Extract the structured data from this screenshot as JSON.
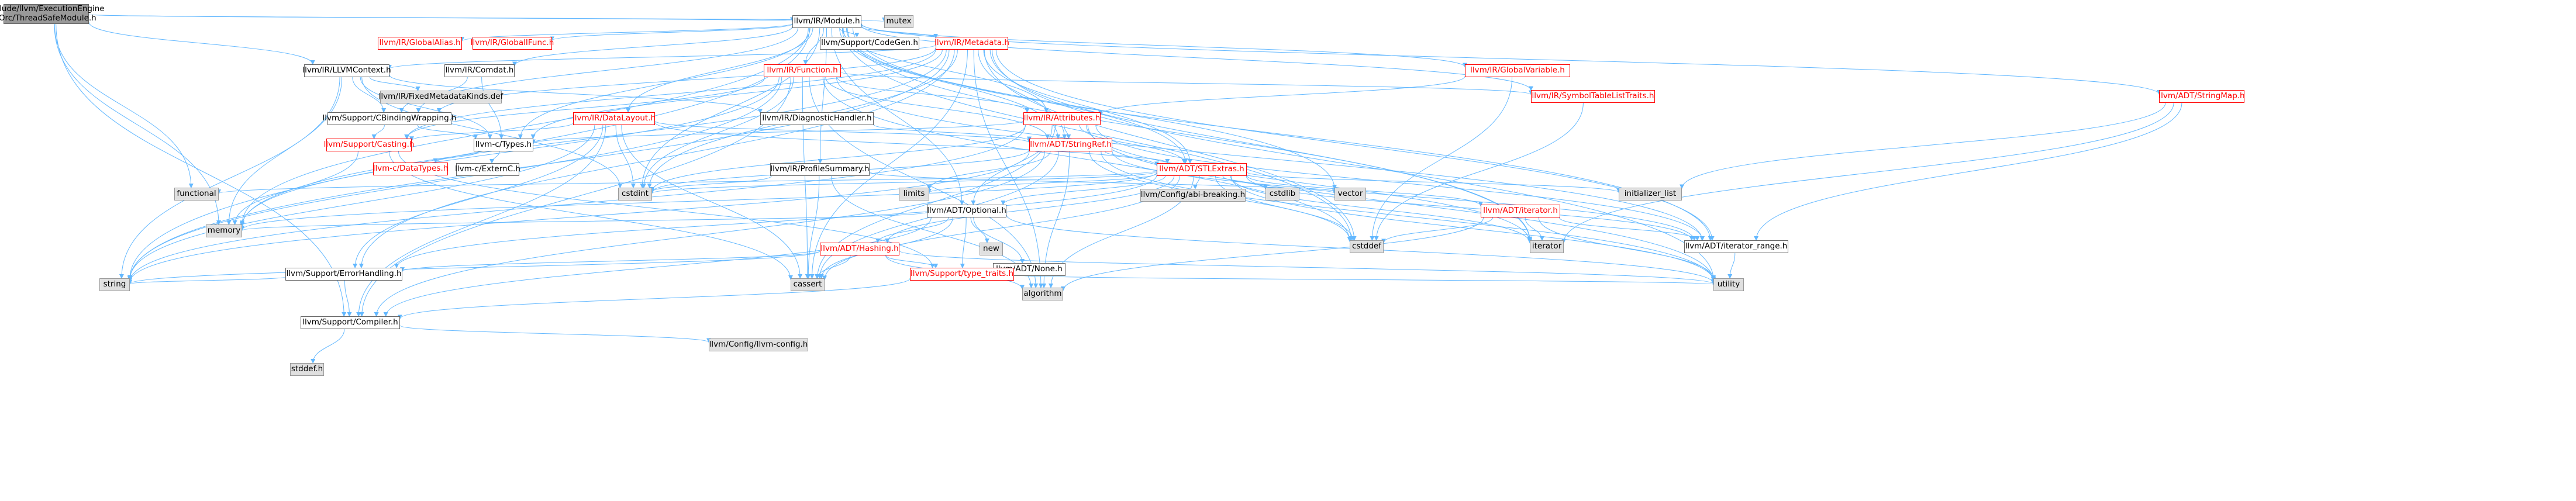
{
  "diagram": {
    "colors": {
      "root_fill": "#999999",
      "normal_fill": "#ffffff",
      "system_fill": "#e0e0e0",
      "normal_border": "#666666",
      "truncated_border": "#ff0000",
      "edge": "#63b8ff"
    },
    "nodes": [
      {
        "id": "root",
        "label": "include/llvm/ExecutionEngine\n/Orc/ThreadSafeModule.h",
        "kind": "root"
      },
      {
        "id": "module",
        "label": "llvm/IR/Module.h",
        "kind": "normal"
      },
      {
        "id": "mutex",
        "label": "mutex",
        "kind": "sys"
      },
      {
        "id": "globalalias",
        "label": "llvm/IR/GlobalAlias.h",
        "kind": "trunc"
      },
      {
        "id": "globalifunc",
        "label": "llvm/IR/GlobalIFunc.h",
        "kind": "trunc"
      },
      {
        "id": "codegen",
        "label": "llvm/Support/CodeGen.h",
        "kind": "normal"
      },
      {
        "id": "metadata",
        "label": "llvm/IR/Metadata.h",
        "kind": "trunc"
      },
      {
        "id": "llvmcontext",
        "label": "llvm/IR/LLVMContext.h",
        "kind": "normal"
      },
      {
        "id": "comdat",
        "label": "llvm/IR/Comdat.h",
        "kind": "normal"
      },
      {
        "id": "function",
        "label": "llvm/IR/Function.h",
        "kind": "trunc"
      },
      {
        "id": "globalvariable",
        "label": "llvm/IR/GlobalVariable.h",
        "kind": "trunc"
      },
      {
        "id": "symboltable",
        "label": "llvm/IR/SymbolTableListTraits.h",
        "kind": "trunc"
      },
      {
        "id": "stringmap",
        "label": "llvm/ADT/StringMap.h",
        "kind": "trunc"
      },
      {
        "id": "fixedmd",
        "label": "llvm/IR/FixedMetadataKinds.def",
        "kind": "sys"
      },
      {
        "id": "cbinding",
        "label": "llvm/Support/CBindingWrapping.h",
        "kind": "normal"
      },
      {
        "id": "diaghandler",
        "label": "llvm/IR/DiagnosticHandler.h",
        "kind": "normal"
      },
      {
        "id": "datalayout",
        "label": "llvm/IR/DataLayout.h",
        "kind": "trunc"
      },
      {
        "id": "attributes",
        "label": "llvm/IR/Attributes.h",
        "kind": "trunc"
      },
      {
        "id": "casting",
        "label": "llvm/Support/Casting.h",
        "kind": "trunc"
      },
      {
        "id": "ctypes",
        "label": "llvm-c/Types.h",
        "kind": "normal"
      },
      {
        "id": "stringref",
        "label": "llvm/ADT/StringRef.h",
        "kind": "trunc"
      },
      {
        "id": "profilesummary",
        "label": "llvm/IR/ProfileSummary.h",
        "kind": "normal"
      },
      {
        "id": "datatypes",
        "label": "llvm-c/DataTypes.h",
        "kind": "trunc"
      },
      {
        "id": "externc",
        "label": "llvm-c/ExternC.h",
        "kind": "normal"
      },
      {
        "id": "stlextras",
        "label": "llvm/ADT/STLExtras.h",
        "kind": "trunc"
      },
      {
        "id": "functional",
        "label": "functional",
        "kind": "sys"
      },
      {
        "id": "memory",
        "label": "memory",
        "kind": "sys"
      },
      {
        "id": "cstdint",
        "label": "cstdint",
        "kind": "sys"
      },
      {
        "id": "limits",
        "label": "limits",
        "kind": "sys"
      },
      {
        "id": "optional",
        "label": "llvm/ADT/Optional.h",
        "kind": "normal"
      },
      {
        "id": "abibreaking",
        "label": "llvm/Config/abi-breaking.h",
        "kind": "sys"
      },
      {
        "id": "cstdlib",
        "label": "cstdlib",
        "kind": "sys"
      },
      {
        "id": "vector",
        "label": "vector",
        "kind": "sys"
      },
      {
        "id": "iteratorh",
        "label": "llvm/ADT/iterator.h",
        "kind": "trunc"
      },
      {
        "id": "initlist",
        "label": "initializer_list",
        "kind": "sys"
      },
      {
        "id": "hashing",
        "label": "llvm/ADT/Hashing.h",
        "kind": "trunc"
      },
      {
        "id": "new",
        "label": "new",
        "kind": "sys"
      },
      {
        "id": "none",
        "label": "llvm/ADT/None.h",
        "kind": "normal"
      },
      {
        "id": "errorhandling",
        "label": "llvm/Support/ErrorHandling.h",
        "kind": "normal"
      },
      {
        "id": "typetraits",
        "label": "llvm/Support/type_traits.h",
        "kind": "trunc"
      },
      {
        "id": "cassert",
        "label": "cassert",
        "kind": "sys"
      },
      {
        "id": "algorithm",
        "label": "algorithm",
        "kind": "sys"
      },
      {
        "id": "cstddef",
        "label": "cstddef",
        "kind": "sys"
      },
      {
        "id": "iterator",
        "label": "iterator",
        "kind": "sys"
      },
      {
        "id": "iterrange",
        "label": "llvm/ADT/iterator_range.h",
        "kind": "normal"
      },
      {
        "id": "string",
        "label": "string",
        "kind": "sys"
      },
      {
        "id": "compiler",
        "label": "llvm/Support/Compiler.h",
        "kind": "normal"
      },
      {
        "id": "utility",
        "label": "utility",
        "kind": "sys"
      },
      {
        "id": "stddef",
        "label": "stddef.h",
        "kind": "sys"
      },
      {
        "id": "llvmconfig",
        "label": "llvm/Config/llvm-config.h",
        "kind": "sys"
      }
    ],
    "edges": [
      [
        "root",
        "module"
      ],
      [
        "root",
        "llvmcontext"
      ],
      [
        "root",
        "compiler"
      ],
      [
        "root",
        "functional"
      ],
      [
        "root",
        "memory"
      ],
      [
        "root",
        "mutex"
      ],
      [
        "module",
        "stlextras"
      ],
      [
        "module",
        "stringmap"
      ],
      [
        "module",
        "stringref"
      ],
      [
        "module",
        "iterrange"
      ],
      [
        "module",
        "attributes"
      ],
      [
        "module",
        "comdat"
      ],
      [
        "module",
        "datalayout"
      ],
      [
        "module",
        "function"
      ],
      [
        "module",
        "globalalias"
      ],
      [
        "module",
        "globalifunc"
      ],
      [
        "module",
        "globalvariable"
      ],
      [
        "module",
        "metadata"
      ],
      [
        "module",
        "profilesummary"
      ],
      [
        "module",
        "symboltable"
      ],
      [
        "module",
        "cbinding"
      ],
      [
        "module",
        "codegen"
      ],
      [
        "module",
        "ctypes"
      ],
      [
        "module",
        "cstddef"
      ],
      [
        "module",
        "cstdint"
      ],
      [
        "module",
        "iterator"
      ],
      [
        "module",
        "memory"
      ],
      [
        "module",
        "string"
      ],
      [
        "module",
        "vector"
      ],
      [
        "module",
        "optional"
      ],
      [
        "metadata",
        "llvmcontext"
      ],
      [
        "metadata",
        "stringref"
      ],
      [
        "metadata",
        "stlextras"
      ],
      [
        "metadata",
        "iterrange"
      ],
      [
        "metadata",
        "casting"
      ],
      [
        "metadata",
        "cbinding"
      ],
      [
        "metadata",
        "errorhandling"
      ],
      [
        "metadata",
        "algorithm"
      ],
      [
        "metadata",
        "cassert"
      ],
      [
        "metadata",
        "cstddef"
      ],
      [
        "metadata",
        "cstdint"
      ],
      [
        "metadata",
        "iterator"
      ],
      [
        "metadata",
        "memory"
      ],
      [
        "metadata",
        "string"
      ],
      [
        "metadata",
        "utility"
      ],
      [
        "metadata",
        "ctypes"
      ],
      [
        "llvmcontext",
        "ctypes"
      ],
      [
        "llvmcontext",
        "diaghandler"
      ],
      [
        "llvmcontext",
        "cbinding"
      ],
      [
        "llvmcontext",
        "cstdint"
      ],
      [
        "llvmcontext",
        "memory"
      ],
      [
        "llvmcontext",
        "string"
      ],
      [
        "llvmcontext",
        "fixedmd"
      ],
      [
        "comdat",
        "ctypes"
      ],
      [
        "comdat",
        "cbinding"
      ],
      [
        "function",
        "stringref"
      ],
      [
        "function",
        "attributes"
      ],
      [
        "function",
        "symboltable"
      ],
      [
        "function",
        "casting"
      ],
      [
        "function",
        "compiler"
      ],
      [
        "function",
        "algorithm"
      ],
      [
        "function",
        "cassert"
      ],
      [
        "function",
        "cstddef"
      ],
      [
        "function",
        "cstdint"
      ],
      [
        "function",
        "memory"
      ],
      [
        "function",
        "string"
      ],
      [
        "function",
        "iterrange"
      ],
      [
        "globalvariable",
        "attributes"
      ],
      [
        "globalvariable",
        "cstddef"
      ],
      [
        "symboltable",
        "cstddef"
      ],
      [
        "stringmap",
        "iterrange"
      ],
      [
        "stringmap",
        "initlist"
      ],
      [
        "stringmap",
        "iterator"
      ],
      [
        "cbinding",
        "casting"
      ],
      [
        "cbinding",
        "ctypes"
      ],
      [
        "diaghandler",
        "stringref"
      ],
      [
        "datalayout",
        "stringref"
      ],
      [
        "datalayout",
        "stlextras"
      ],
      [
        "datalayout",
        "casting"
      ],
      [
        "datalayout",
        "errorhandling"
      ],
      [
        "datalayout",
        "cassert"
      ],
      [
        "datalayout",
        "cstdint"
      ],
      [
        "datalayout",
        "string"
      ],
      [
        "datalayout",
        "compiler"
      ],
      [
        "attributes",
        "stringref"
      ],
      [
        "attributes",
        "stlextras"
      ],
      [
        "attributes",
        "optional"
      ],
      [
        "attributes",
        "ctypes"
      ],
      [
        "attributes",
        "cassert"
      ],
      [
        "attributes",
        "cstdint"
      ],
      [
        "attributes",
        "string"
      ],
      [
        "attributes",
        "utility"
      ],
      [
        "attributes",
        "iterator"
      ],
      [
        "attributes",
        "iterrange"
      ],
      [
        "casting",
        "typetraits"
      ],
      [
        "casting",
        "cassert"
      ],
      [
        "casting",
        "memory"
      ],
      [
        "ctypes",
        "datatypes"
      ],
      [
        "ctypes",
        "externc"
      ],
      [
        "stringref",
        "stlextras"
      ],
      [
        "stringref",
        "iterrange"
      ],
      [
        "stringref",
        "compiler"
      ],
      [
        "stringref",
        "algorithm"
      ],
      [
        "stringref",
        "cassert"
      ],
      [
        "stringref",
        "cstddef"
      ],
      [
        "stringref",
        "limits"
      ],
      [
        "stringref",
        "string"
      ],
      [
        "stringref",
        "utility"
      ],
      [
        "stringref",
        "cstdint"
      ],
      [
        "profilesummary",
        "algorithm"
      ],
      [
        "profilesummary",
        "cassert"
      ],
      [
        "profilesummary",
        "cstdint"
      ],
      [
        "profilesummary",
        "vector"
      ],
      [
        "stlextras",
        "hashing"
      ],
      [
        "stlextras",
        "optional"
      ],
      [
        "stlextras",
        "iteratorh"
      ],
      [
        "stlextras",
        "iterrange"
      ],
      [
        "stlextras",
        "errorhandling"
      ],
      [
        "stlextras",
        "abibreaking"
      ],
      [
        "stlextras",
        "cassert"
      ],
      [
        "stlextras",
        "cstddef"
      ],
      [
        "stlextras",
        "cstdint"
      ],
      [
        "stlextras",
        "cstdlib"
      ],
      [
        "stlextras",
        "functional"
      ],
      [
        "stlextras",
        "initlist"
      ],
      [
        "stlextras",
        "iterator"
      ],
      [
        "stlextras",
        "limits"
      ],
      [
        "stlextras",
        "memory"
      ],
      [
        "stlextras",
        "utility"
      ],
      [
        "stlextras",
        "algorithm"
      ],
      [
        "optional",
        "hashing"
      ],
      [
        "optional",
        "none"
      ],
      [
        "optional",
        "typetraits"
      ],
      [
        "optional",
        "cassert"
      ],
      [
        "optional",
        "memory"
      ],
      [
        "optional",
        "new"
      ],
      [
        "optional",
        "utility"
      ],
      [
        "optional",
        "compiler"
      ],
      [
        "iteratorh",
        "iterrange"
      ],
      [
        "iteratorh",
        "cstddef"
      ],
      [
        "iteratorh",
        "iterator"
      ],
      [
        "iteratorh",
        "utility"
      ],
      [
        "iteratorh",
        "algorithm"
      ],
      [
        "hashing",
        "errorhandling"
      ],
      [
        "hashing",
        "typetraits"
      ],
      [
        "hashing",
        "algorithm"
      ],
      [
        "hashing",
        "cassert"
      ],
      [
        "hashing",
        "string"
      ],
      [
        "hashing",
        "utility"
      ],
      [
        "errorhandling",
        "compiler"
      ],
      [
        "errorhandling",
        "string"
      ],
      [
        "typetraits",
        "compiler"
      ],
      [
        "typetraits",
        "utility"
      ],
      [
        "iterrange",
        "utility"
      ],
      [
        "compiler",
        "llvmconfig"
      ],
      [
        "compiler",
        "stddef"
      ]
    ]
  }
}
